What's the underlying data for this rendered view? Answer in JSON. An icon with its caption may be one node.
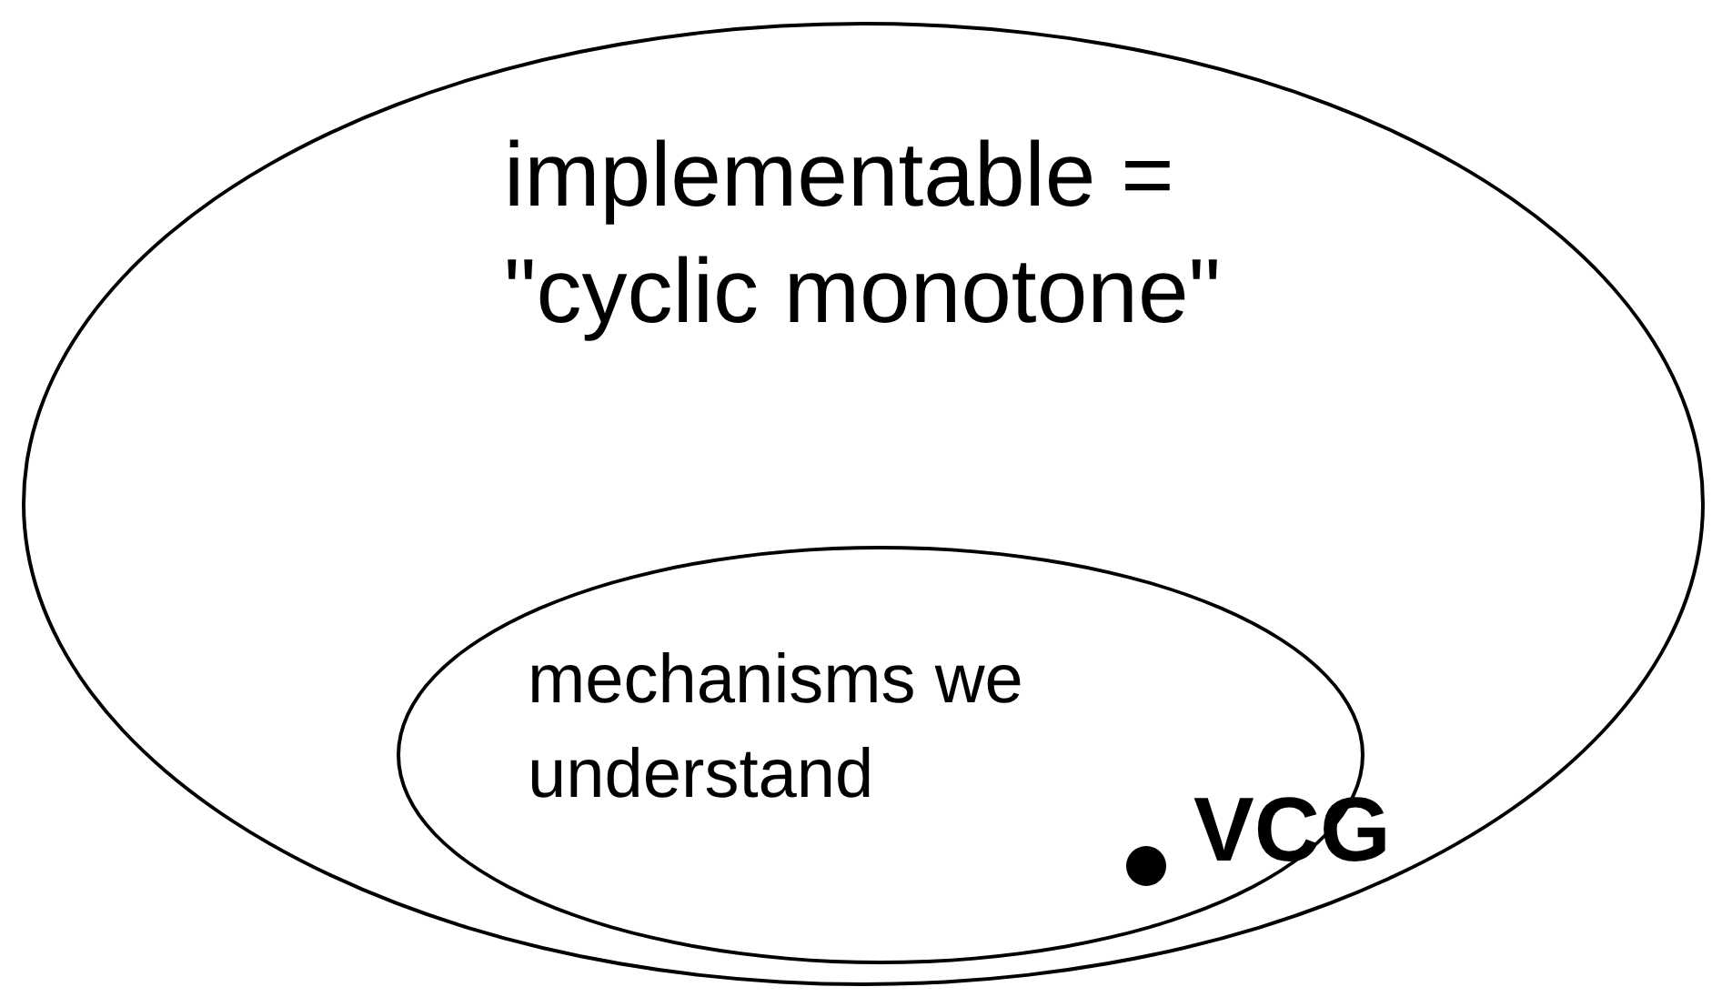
{
  "diagram": {
    "nodes": [
      {
        "text": [
          "implementable = \"cyclic monotone\""
        ]
      },
      {
        "text": [
          "mechanisms we understand"
        ],
        "in": 0
      },
      {
        "text": [],
        "shape": "circle",
        "in": 1,
        "beside": [
          "VCG"
        ]
      }
    ]
  }
}
